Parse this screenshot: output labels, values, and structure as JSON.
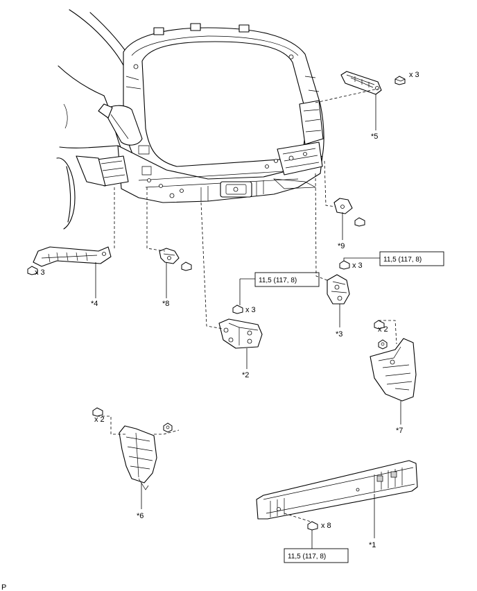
{
  "parts": {
    "p1": "*1",
    "p2": "*2",
    "p3": "*3",
    "p4": "*4",
    "p5": "*5",
    "p6": "*6",
    "p7": "*7",
    "p8": "*8",
    "p9": "*9"
  },
  "quantities": {
    "q5": "x 3",
    "q4": "x 3",
    "q3": "x 3",
    "q2": "x 3",
    "q7": "x 2",
    "q6": "x 2",
    "q1": "x 8"
  },
  "torque": {
    "t3": "11,5 (117, 8)",
    "t2": "11,5 (117, 8)",
    "t1": "11,5 (117, 8)"
  },
  "corner_mark": "P"
}
